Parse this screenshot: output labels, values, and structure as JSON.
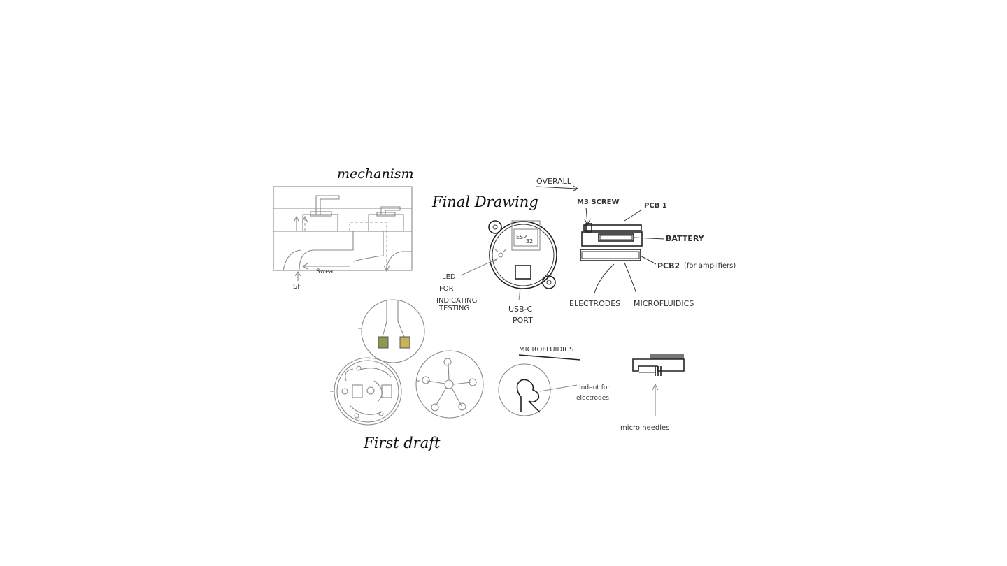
{
  "mechanism": {
    "title": "mechanism",
    "sweat_label": "Sweat",
    "isf_label": "ISF"
  },
  "final_drawing": {
    "title": "Final Drawing",
    "chip_label_1": "ESP",
    "chip_label_2": "32",
    "led_label_1": "LED",
    "led_label_2": "FOR",
    "led_label_3": "INDICATING",
    "led_label_4": "TESTING",
    "usb_label_1": "USB-C",
    "usb_label_2": "PORT"
  },
  "overall": {
    "title": "OVERALL",
    "screw_label": "M3 SCREW",
    "pcb1_label": "PCB 1",
    "battery_label": "BATTERY",
    "pcb2_label": "PCB2",
    "pcb2_note": "(for amplifiers)",
    "electrodes_label": "ELECTRODES",
    "microfluidics_label": "MICROFLUIDICS"
  },
  "microfluidics": {
    "title": "MICROFLUIDICS",
    "indent_label_1": "Indent for",
    "indent_label_2": "electrodes",
    "needles_label": "micro needles"
  },
  "first_draft": {
    "title": "First draft"
  },
  "colors": {
    "pad_green": "#8a9a4e",
    "pad_yellow": "#c9b35a"
  }
}
